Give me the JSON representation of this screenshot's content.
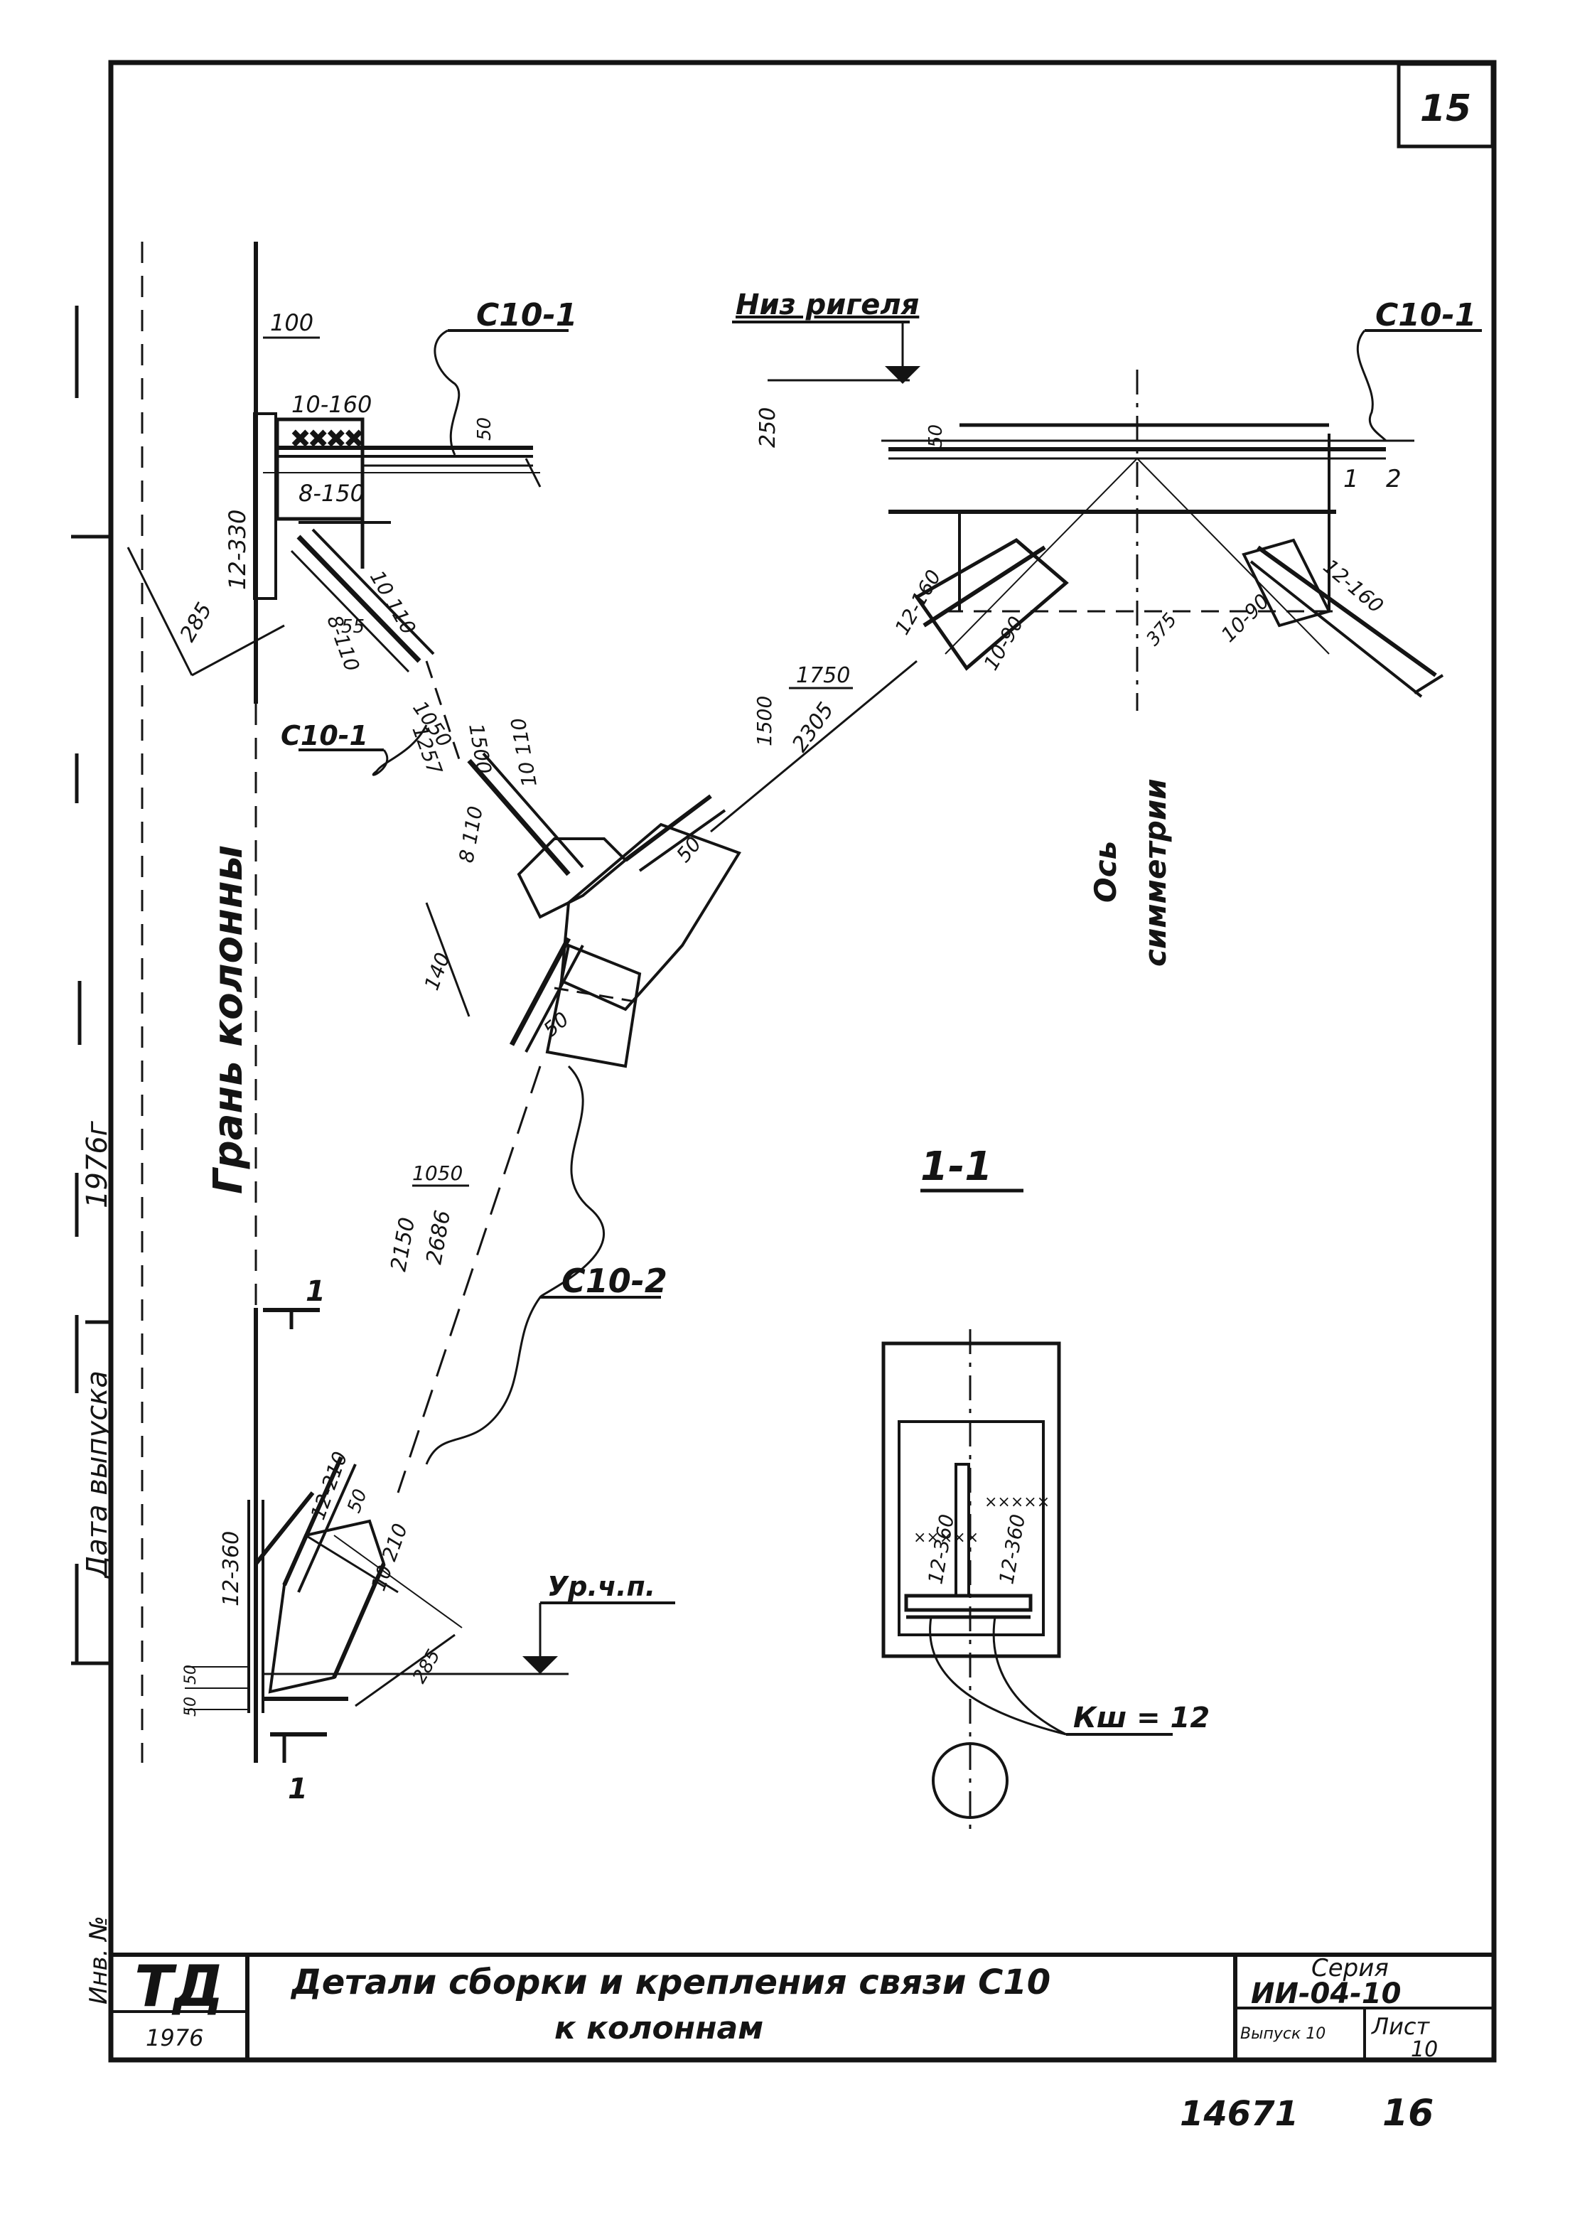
{
  "sheet_number": "15",
  "labels": {
    "c10_1_top_left": "С10-1",
    "c10_1_top_right": "С10-1",
    "c10_1_mid": "С10-1",
    "c10_2": "С10-2",
    "niz_rigelya": "Низ ригеля",
    "grань_kolonny": "Грань колонны",
    "os_simmetrii_1": "Ось",
    "os_simmetrii_2": "симметрии",
    "section_1_1": "1-1",
    "ur_ch_p": "Ур.ч.п.",
    "kw": "Кш = 12",
    "section_mark": "1"
  },
  "dims": {
    "d100": "100",
    "d10_160": "10-160",
    "d8_150": "8-150",
    "d50_top": "50",
    "d250": "250",
    "d50_right": "50",
    "d12_330": "12-330",
    "d285_top": "285",
    "d10_110": "10 110",
    "d8_110": "8-110",
    "d55": "55",
    "d1050_mid": "1050",
    "d1257": "1257",
    "d1500_a": "1500",
    "d8_110b": "8 110",
    "d10_110b": "10 110",
    "d140": "140",
    "d50_brace": "50",
    "d50_brace2": "50",
    "d1500_b": "1500",
    "d1750": "1750",
    "d2305": "2305",
    "d12_160_l": "12-160",
    "d10_90_l": "10-90",
    "d12_160_r": "12-160",
    "d10_90_r": "10-90",
    "d375": "375",
    "d1050_low": "1050",
    "d2150": "2150",
    "d2686": "2686",
    "d12_210": "12-210",
    "d10_210": "10 210",
    "d50_low": "50",
    "d12_360_low": "12-360",
    "d50_a": "50",
    "d50_b": "50",
    "d285_low": "285",
    "d12_360_s1": "12-360",
    "d12_360_s2": "12-360",
    "one_top": "1",
    "one_bottom": "1",
    "one_right": "1"
  },
  "margin_text": {
    "line1": "Дата выпуска",
    "line2": "1976г",
    "line3": "Инв. №"
  },
  "title_block": {
    "logo": "ТД",
    "year": "1976",
    "title_line1": "Детали сборки и крепления связи С10",
    "title_line2": "к колоннам",
    "series_label": "Серия",
    "series_value": "ИИ-04-10",
    "issue_label": "Выпуск 10",
    "sheet_label": "Лист",
    "sheet_value": "10"
  },
  "footer": {
    "code": "14671",
    "page": "16"
  }
}
